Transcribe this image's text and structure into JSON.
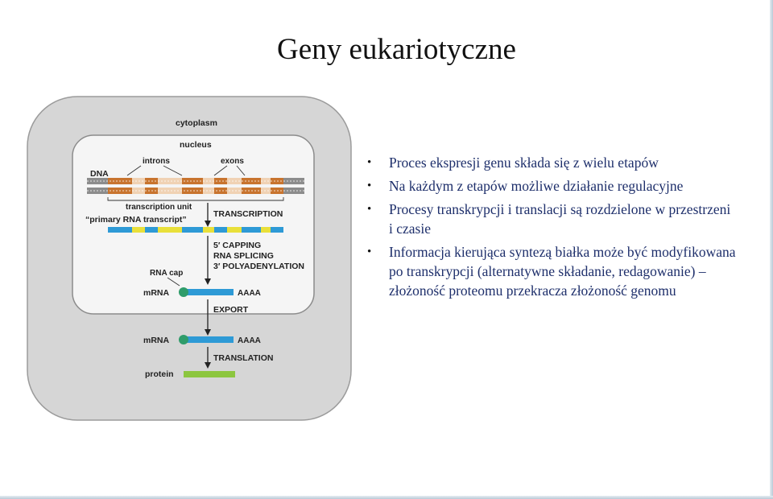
{
  "slide": {
    "title": "Geny eukariotyczne"
  },
  "figure": {
    "cytoplasm": "cytoplasm",
    "nucleus": "nucleus",
    "introns": "introns",
    "exons": "exons",
    "dna": "DNA",
    "transcription_unit": "transcription unit",
    "primary_rna_transcript": "“primary RNA transcript”",
    "transcription": "TRANSCRIPTION",
    "capping": "5′ CAPPING",
    "splicing": "RNA SPLICING",
    "polyadenylation": "3′ POLYADENYLATION",
    "rna_cap": "RNA cap",
    "mrna_nuclear": "mRNA",
    "polya_nuclear": "AAAA",
    "export": "EXPORT",
    "mrna_cytoplasm": "mRNA",
    "polya_cytoplasm": "AAAA",
    "translation": "TRANSLATION",
    "protein": "protein",
    "colors": {
      "cell_fill": "#d6d6d6",
      "nucleus_fill": "#f5f5f5",
      "dna_dark": "#8c8c8c",
      "exon": "#c8742e",
      "intron": "#f0d2b4",
      "rna_blue": "#2e9ad6",
      "rna_yellow": "#e9e03a",
      "cap_green": "#2f9c6a",
      "protein_green": "#8cc63f"
    }
  },
  "bullets": [
    "Proces ekspresji genu składa się z wielu etapów",
    "Na każdym z etapów możliwe działanie regulacyjne",
    "Procesy transkrypcji i translacji są rozdzielone w przestrzeni i czasie",
    "Informacja kierująca syntezą białka może być modyfikowana po transkrypcji (alternatywne składanie, redagowanie) – złożoność proteomu przekracza złożoność genomu"
  ],
  "bullet_symbol": "•"
}
